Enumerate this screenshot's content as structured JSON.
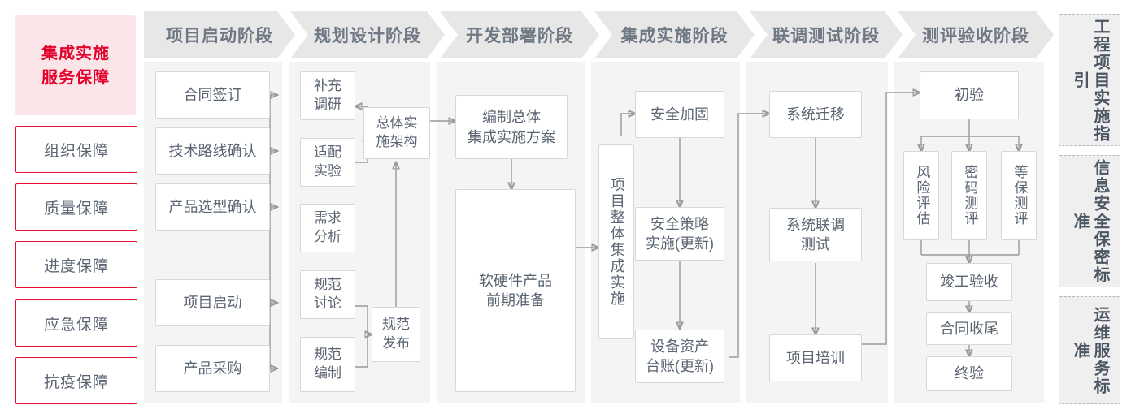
{
  "sidebar": {
    "header": "集成实施\n服务保障",
    "header_line1": "集成实施",
    "header_line2": "服务保障",
    "items": [
      {
        "label": "组织保障"
      },
      {
        "label": "质量保障"
      },
      {
        "label": "进度保障"
      },
      {
        "label": "应急保障"
      },
      {
        "label": "抗疫保障"
      }
    ],
    "accent_color": "#e3002b",
    "header_bg": "#fbe5e9"
  },
  "phases": [
    {
      "title": "项目启动阶段"
    },
    {
      "title": "规划设计阶段"
    },
    {
      "title": "开发部署阶段"
    },
    {
      "title": "集成实施阶段"
    },
    {
      "title": "联调测试阶段"
    },
    {
      "title": "测评验收阶段"
    }
  ],
  "nodes": {
    "p1": [
      {
        "label": "合同签订"
      },
      {
        "label": "技术路线确认"
      },
      {
        "label": "产品选型确认"
      },
      {
        "label": "项目启动"
      },
      {
        "label": "产品采购"
      }
    ],
    "p2_left": [
      {
        "line1": "补充",
        "line2": "调研"
      },
      {
        "line1": "适配",
        "line2": "实验"
      },
      {
        "line1": "需求",
        "line2": "分析"
      },
      {
        "line1": "规范",
        "line2": "讨论"
      },
      {
        "line1": "规范",
        "line2": "编制"
      }
    ],
    "p2_right": [
      {
        "line1": "总体实",
        "line2": "施架构"
      },
      {
        "line1": "规范",
        "line2": "发布"
      }
    ],
    "p3": [
      {
        "line1": "编制总体",
        "line2": "集成实施方案"
      },
      {
        "line1": "软硬件产品",
        "line2": "前期准备"
      }
    ],
    "p4_vertical": {
      "label": "项目整体集成实施"
    },
    "p4": [
      {
        "line1": "安全加固",
        "line2": ""
      },
      {
        "line1": "安全策略",
        "line2": "实施(更新)"
      },
      {
        "line1": "设备资产",
        "line2": "台账(更新)"
      }
    ],
    "p5": [
      {
        "line1": "系统迁移",
        "line2": ""
      },
      {
        "line1": "系统联调",
        "line2": "测试"
      },
      {
        "line1": "项目培训",
        "line2": ""
      }
    ],
    "p6_top": {
      "label": "初验"
    },
    "p6_parallel": [
      {
        "label": "风险评估"
      },
      {
        "label": "密码测评"
      },
      {
        "label": "等保测评"
      }
    ],
    "p6_tail": [
      {
        "label": "竣工验收"
      },
      {
        "label": "合同收尾"
      },
      {
        "label": "终验"
      }
    ]
  },
  "right_panels": [
    {
      "label": "工程项目实施指引"
    },
    {
      "label": "信息安全保密标准"
    },
    {
      "label": "运维服务标准"
    }
  ],
  "colors": {
    "band_bg": "#f4f4f5",
    "chevron_bg": "#e7e7e8",
    "node_border": "#d6d8da",
    "wire": "#9a9a9a",
    "text": "#5a6472"
  }
}
